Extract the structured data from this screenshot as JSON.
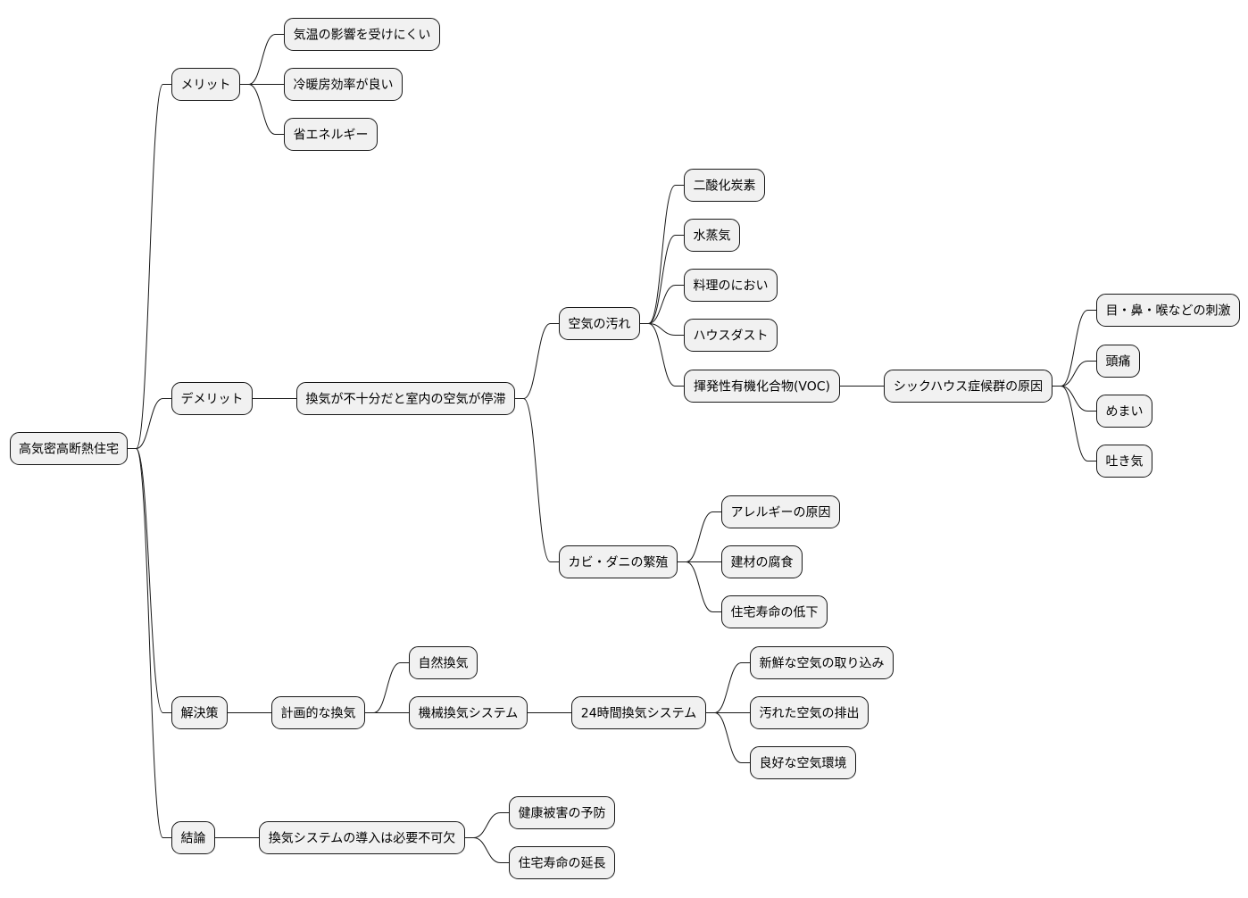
{
  "mindmap": {
    "root": "高気密高断熱住宅",
    "merit": {
      "label": "メリット",
      "items": [
        "気温の影響を受けにくい",
        "冷暖房効率が良い",
        "省エネルギー"
      ]
    },
    "demerit": {
      "label": "デメリット",
      "stagnation": "換気が不十分だと室内の空気が停滞",
      "air_pollution": {
        "label": "空気の汚れ",
        "items": [
          "二酸化炭素",
          "水蒸気",
          "料理のにおい",
          "ハウスダスト",
          "揮発性有機化合物(VOC)"
        ],
        "sick_house": "シックハウス症候群の原因",
        "symptoms": [
          "目・鼻・喉などの刺激",
          "頭痛",
          "めまい",
          "吐き気"
        ]
      },
      "mold": {
        "label": "カビ・ダニの繁殖",
        "items": [
          "アレルギーの原因",
          "建材の腐食",
          "住宅寿命の低下"
        ]
      }
    },
    "solution": {
      "label": "解決策",
      "planned": "計画的な換気",
      "natural": "自然換気",
      "mechanical": "機械換気システム",
      "system24": "24時間換気システム",
      "system24_items": [
        "新鮮な空気の取り込み",
        "汚れた空気の排出",
        "良好な空気環境"
      ]
    },
    "conclusion": {
      "label": "結論",
      "statement": "換気システムの導入は必要不可欠",
      "items": [
        "健康被害の予防",
        "住宅寿命の延長"
      ]
    }
  }
}
